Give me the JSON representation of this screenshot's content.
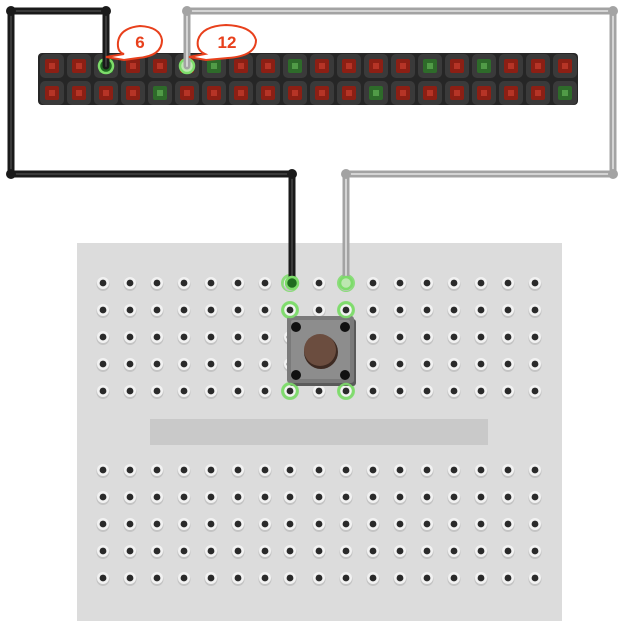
{
  "diagram": {
    "header": {
      "rows": 2,
      "pins_per_row": 20
    },
    "callouts": [
      {
        "id": "pin-6",
        "label": "6"
      },
      {
        "id": "pin-12",
        "label": "12"
      }
    ],
    "breadboard": {
      "columns": 17,
      "rows_per_half": 5
    },
    "button": {
      "name": "push-button"
    },
    "wires": [
      {
        "id": "wire-black",
        "color": "#1a1a1a",
        "highlight": "#3a3a3a",
        "from": "pin 6",
        "to": "breadboard"
      },
      {
        "id": "wire-grey",
        "color": "#a3a3a3",
        "highlight": "#d4d4d4",
        "from": "pin 12",
        "to": "breadboard"
      }
    ],
    "colors": {
      "header_base": "#262626",
      "pin_red": "#8c1f14",
      "pin_green": "#2e6b2a",
      "breadboard": "#dcdcdc",
      "hole": "#2a2a2a",
      "connected_glow": "#7ddc6a",
      "callout_fill": "#ffffff",
      "callout_stroke": "#e8401c"
    }
  }
}
